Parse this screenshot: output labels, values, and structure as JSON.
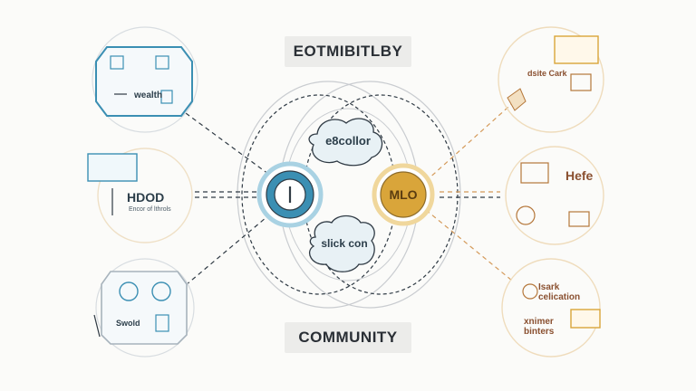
{
  "top_label": "EOTMIBITLBY",
  "bottom_label": "COMMUNITY",
  "center_top_blob": "e8collor",
  "center_bottom_blob": "slick con",
  "left_hub": "",
  "right_hub": "MLO",
  "left_panels": {
    "top": {
      "label_main": "wealth"
    },
    "middle": {
      "label_main": "HDOD",
      "label_sub": "Encor of lthrols"
    },
    "bottom": {
      "label_main": "Swold"
    }
  },
  "right_panels": {
    "top": {
      "label_main": "dsite Cark"
    },
    "middle": {
      "label_main": "Hefe"
    },
    "bottom": {
      "label_main": "Isark celication",
      "label_sub": "xnimer binters"
    }
  },
  "colors": {
    "blue_accent": "#3b8fb3",
    "gold_accent": "#d9a53a",
    "warm_line": "#d49a5a",
    "dark_line": "#2f3a44"
  }
}
